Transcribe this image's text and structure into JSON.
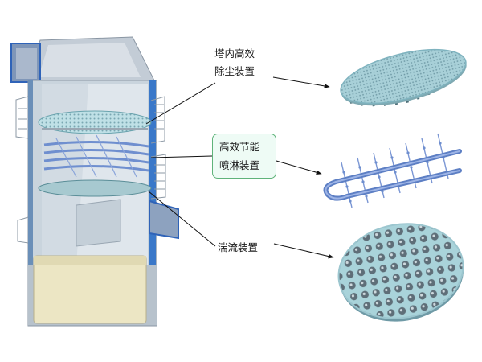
{
  "labels": {
    "dust_removal": [
      "塔内高效",
      "除尘装置"
    ],
    "spray": [
      "高效节能",
      "喷淋装置"
    ],
    "turbulence": "湍流装置"
  },
  "colors": {
    "tower_body": "#c9d4dd",
    "tower_edge": "#3a78c9",
    "tray_fill": "#b9dce2",
    "spray_pipe": "#6f8fcf",
    "base_fill": "#ece6c4",
    "label_border": "#5fb37a",
    "label_bg": "#eefbf5"
  }
}
